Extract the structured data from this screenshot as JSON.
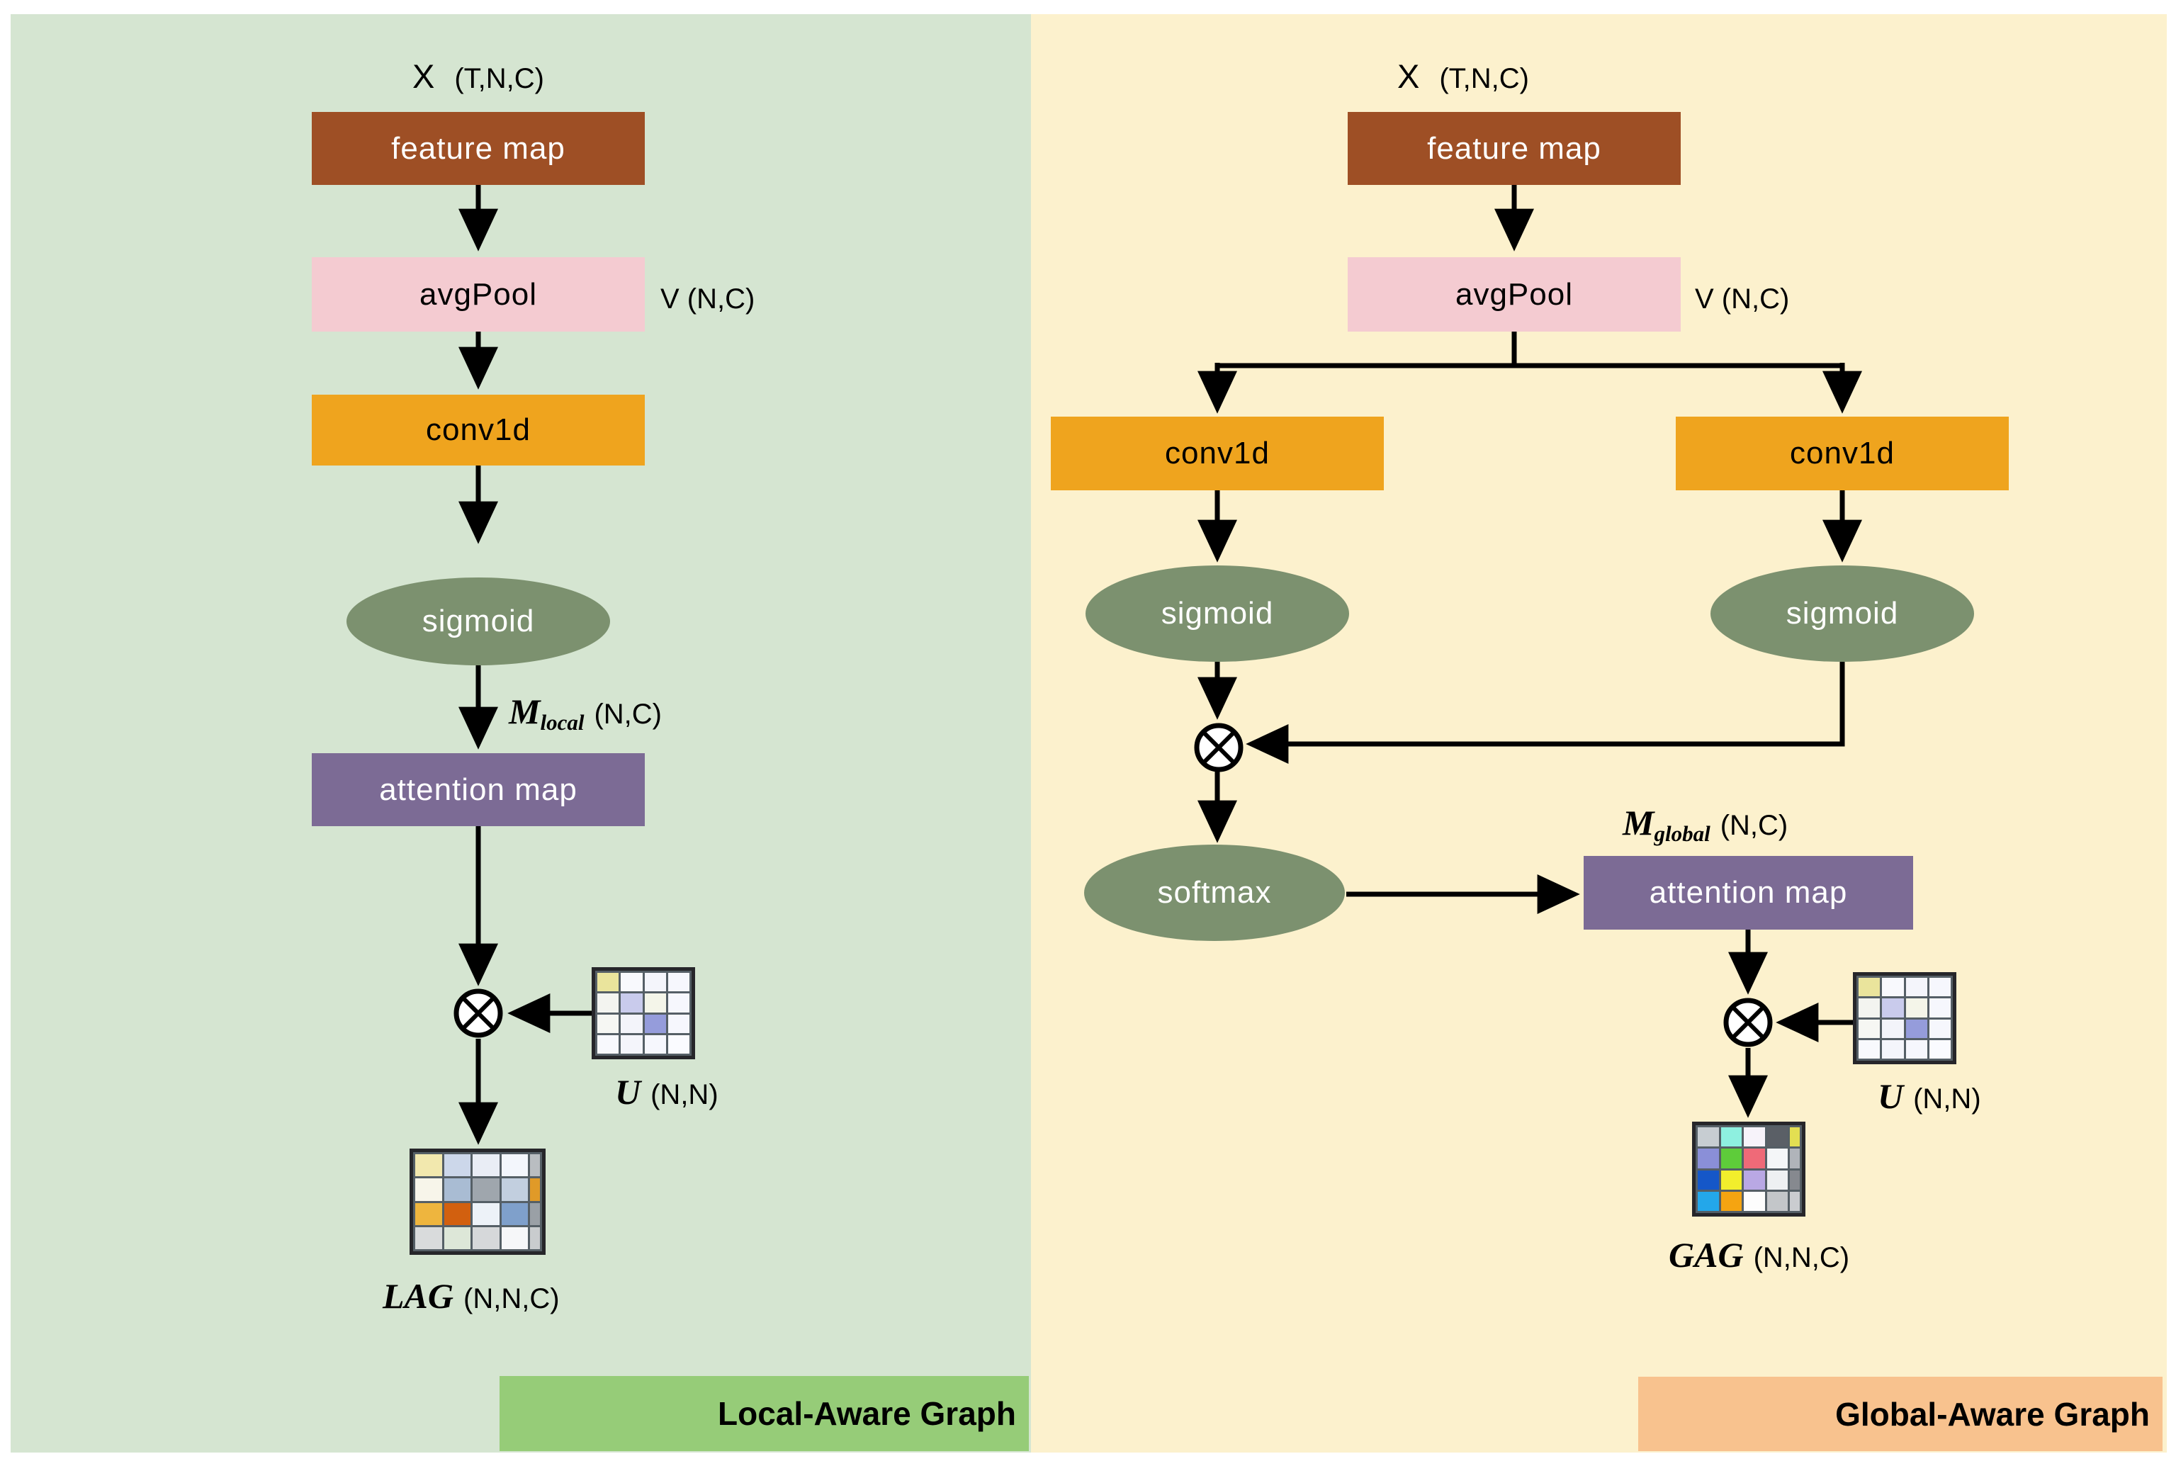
{
  "colors": {
    "panel_local_bg": "#d5e5d1",
    "panel_global_bg": "#fcf1cd",
    "feature_map": "#9e4f25",
    "avgpool": "#f4cbd1",
    "conv1d": "#efa41e",
    "sigmoid": "#7c916f",
    "softmax": "#7c916f",
    "attention_map": "#7c6b95",
    "banner_local": "#96cc78",
    "banner_global": "#f8c28e",
    "arrow": "#000000",
    "matrix_grid_line": "#555f66"
  },
  "local": {
    "x_symbol": "X",
    "x_dims": "(T,N,C)",
    "feature_map": "feature map",
    "avgpool": "avgPool",
    "v_label": "V (N,C)",
    "conv1d": "conv1d",
    "sigmoid": "sigmoid",
    "m_symbol": "M",
    "m_sub": "local",
    "m_dims": "(N,C)",
    "attention_map": "attention map",
    "u_symbol": "U",
    "u_dims": "(N,N)",
    "out_symbol": "LAG",
    "out_dims": "(N,N,C)",
    "banner": "Local-Aware Graph"
  },
  "global": {
    "x_symbol": "X",
    "x_dims": "(T,N,C)",
    "feature_map": "feature map",
    "avgpool": "avgPool",
    "v_label": "V (N,C)",
    "conv1d_left": "conv1d",
    "conv1d_right": "conv1d",
    "sigmoid_left": "sigmoid",
    "sigmoid_right": "sigmoid",
    "softmax": "softmax",
    "m_symbol": "M",
    "m_sub": "global",
    "m_dims": "(N,C)",
    "attention_map": "attention map",
    "u_symbol": "U",
    "u_dims": "(N,N)",
    "out_symbol": "GAG",
    "out_dims": "(N,N,C)",
    "banner": "Global-Aware Graph"
  },
  "matrices": {
    "u": {
      "cells": [
        [
          "#eae49c",
          "#f8f9fd",
          "#f4f5fb",
          "#f6f7fd"
        ],
        [
          "#f3f4f0",
          "#c9cbec",
          "#f4f5e9",
          "#f6f7fd"
        ],
        [
          "#f6f7f3",
          "#f3f4fa",
          "#959cdb",
          "#f6f7fd"
        ],
        [
          "#f8f9fd",
          "#f4f5fb",
          "#f6f7fd",
          "#fafbff"
        ]
      ]
    },
    "lag": {
      "cells": [
        [
          "#f2e8ae",
          "#ccd7ea",
          "#e9edf5",
          "#f3f6fc"
        ],
        [
          "#f7f5ea",
          "#a9bcd3",
          "#9fa6ad",
          "#c2cfdf"
        ],
        [
          "#eeb53e",
          "#d2600f",
          "#edf2f8",
          "#7fa0cb"
        ],
        [
          "#d9dbdc",
          "#dde7d8",
          "#d6d8da",
          "#f6f7f9"
        ]
      ],
      "sliver": [
        "#b9bdc1",
        "#e09a28",
        "#9aa0a6",
        "#c9ccce"
      ]
    },
    "gag": {
      "cells": [
        [
          "#c7cdd2",
          "#8ef0e0",
          "#f7f3fa",
          "#5a5f66"
        ],
        [
          "#8a8fd8",
          "#5ecc3a",
          "#ef6a78",
          "#f4f6f8"
        ],
        [
          "#1557c8",
          "#f2ee2c",
          "#b9a8e4",
          "#eef0f2"
        ],
        [
          "#23a7ea",
          "#f5a411",
          "#fdfdfd",
          "#c3c6c9"
        ]
      ],
      "sliver": [
        "#e3df52",
        "#b0b4ba",
        "#86898f",
        "#caccd0"
      ]
    }
  }
}
